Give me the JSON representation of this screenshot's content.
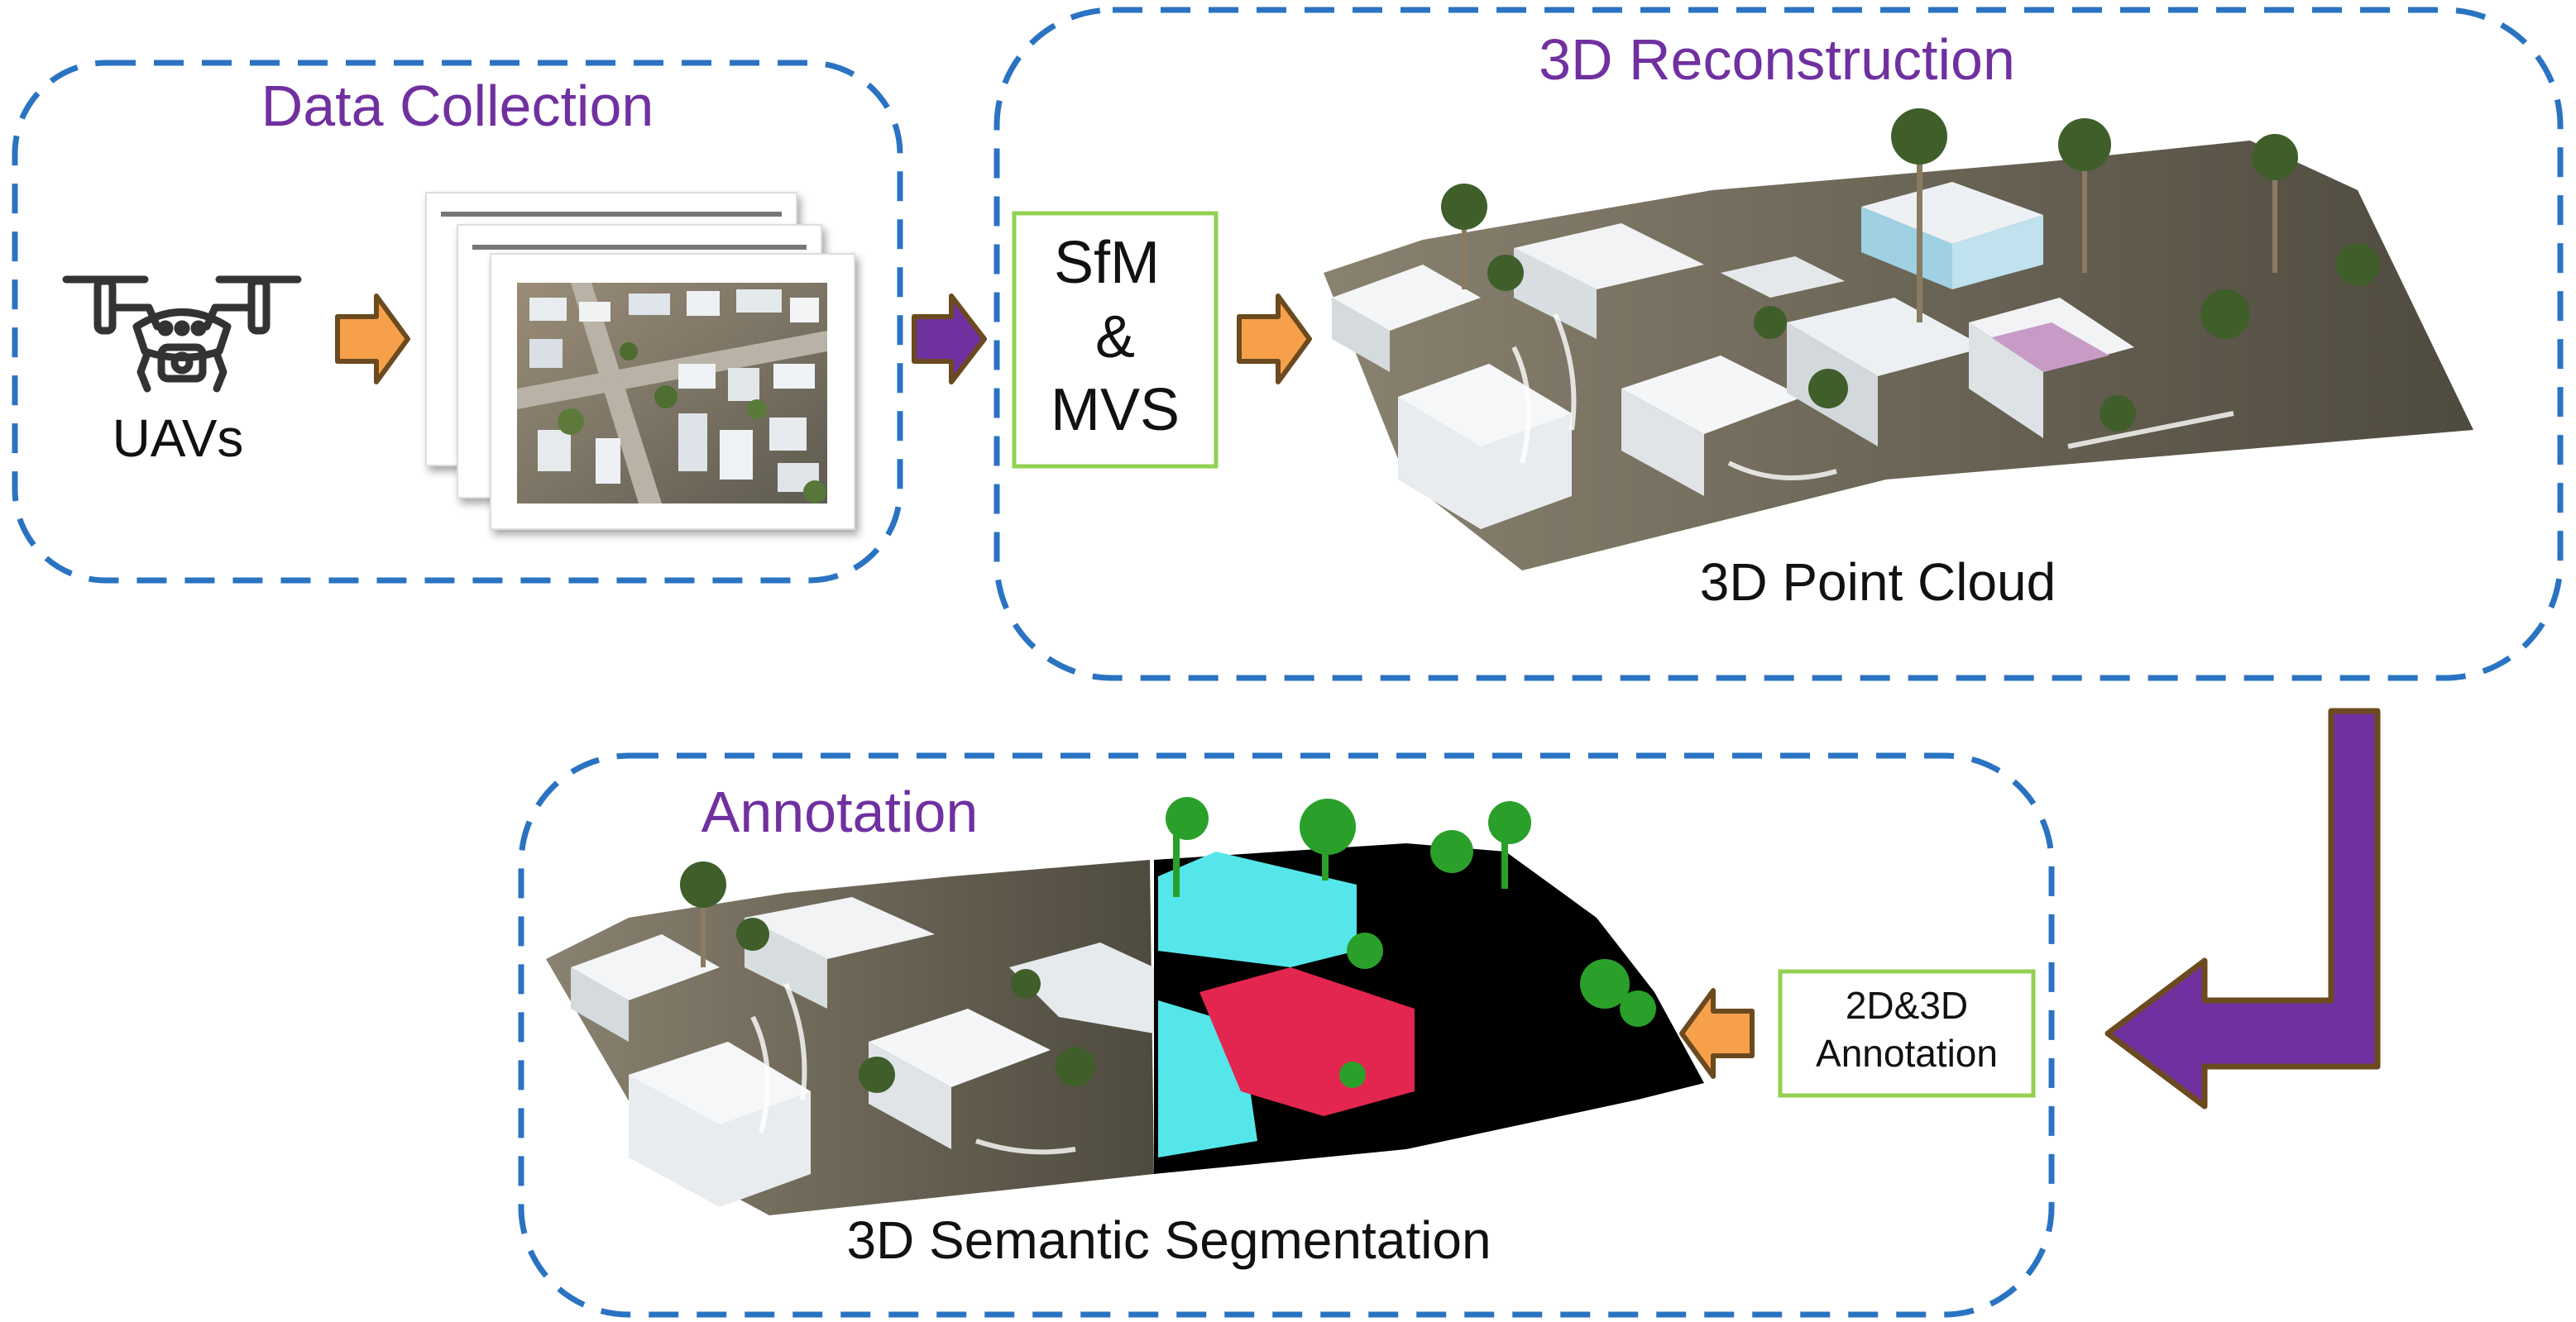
{
  "data_collection": {
    "title": "Data Collection",
    "uav_label": "UAVs"
  },
  "reconstruction": {
    "title": "3D Reconstruction",
    "method_line1": "SfM",
    "method_line2": "&",
    "method_line3": "MVS",
    "output_label": "3D Point Cloud"
  },
  "annotation": {
    "title": "Annotation",
    "step_line1": "2D&3D",
    "step_line2": "Annotation",
    "output_label": "3D Semantic Segmentation"
  },
  "colors": {
    "group_border": "#2a73c2",
    "title_purple": "#7030a0",
    "step_border": "#92d050",
    "arrow_orange": "#f7a04a",
    "arrow_purple": "#7030a0",
    "arrow_outline": "#6b4a1f",
    "seg_building_cyan": "#55e6ea",
    "seg_building_red": "#e2264f",
    "seg_vegetation": "#2aa02a",
    "seg_background": "#000000"
  }
}
